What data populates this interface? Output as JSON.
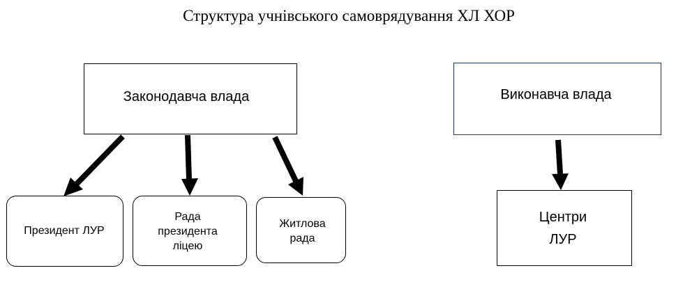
{
  "title": "Структура учнівського самоврядування ХЛ ХОР",
  "nodes": {
    "legislative": "Законодавча влада",
    "executive": "Виконавча влада",
    "president": "Президент ЛУР",
    "council_line1": "Рада",
    "council_line2": "президента",
    "council_line3": "ліцею",
    "housing_line1": "Житлова",
    "housing_line2": "рада",
    "centers_line1": "Центри",
    "centers_line2": "ЛУР"
  },
  "colors": {
    "text": "#000000",
    "border": "#000000",
    "executive_border": "#1f3a5f"
  }
}
